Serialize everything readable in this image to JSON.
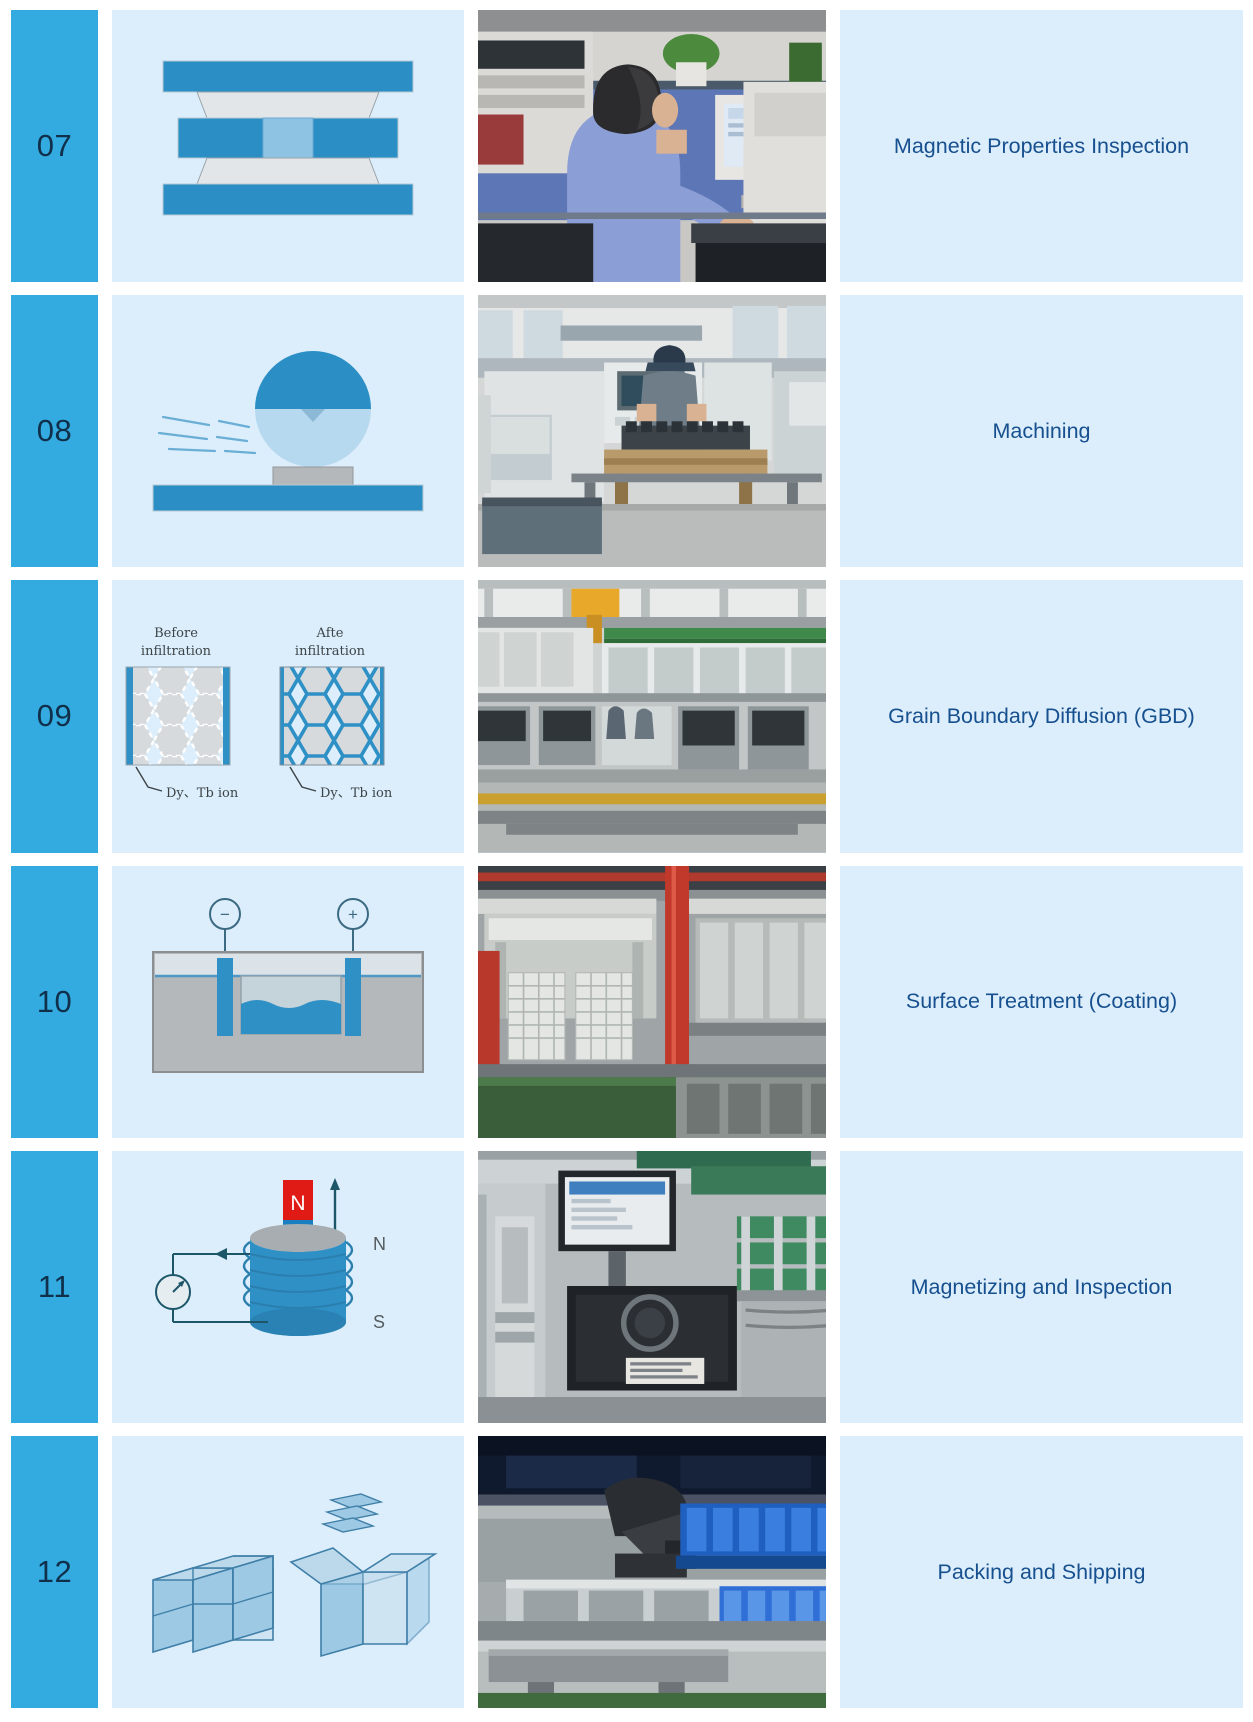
{
  "page": {
    "title": "NdFeB Magnet Manufacturing Process Steps 07-12",
    "accent_blue": "#34abe0",
    "panel_blue": "#dceefb",
    "label_text_color": "#17508f",
    "number_text_color": "#0f2f4a"
  },
  "steps": [
    {
      "number": "07",
      "label": "Magnetic Properties Inspection",
      "diagram_name": "pressing-dies-diagram",
      "photo_name": "operator-at-magnetic-measurement-workstation-photo",
      "diagram_texts": []
    },
    {
      "number": "08",
      "label": "Machining",
      "diagram_name": "grinding-wheel-diagram",
      "photo_name": "cnc-machining-shop-floor-photo",
      "diagram_texts": []
    },
    {
      "number": "09",
      "label": "Grain Boundary Diffusion (GBD)",
      "diagram_name": "grain-boundary-diffusion-diagram",
      "photo_name": "gbd-furnace-production-line-photo",
      "diagram_texts": [
        "Before infiltration",
        "Afte infiltration",
        "Dy、Tb ion",
        "Dy、Tb ion"
      ],
      "gbd": {
        "before_title_line1": "Before",
        "before_title_line2": "infiltration",
        "after_title_line1": "Afte",
        "after_title_line2": "infiltration",
        "callout_left": "Dy、Tb ion",
        "callout_right": "Dy、Tb ion"
      }
    },
    {
      "number": "10",
      "label": "Surface Treatment (Coating)",
      "diagram_name": "electroplating-bath-diagram",
      "photo_name": "coating-plating-line-photo",
      "diagram_texts": [
        "−",
        "+"
      ],
      "electro": {
        "cathode": "−",
        "anode": "+"
      }
    },
    {
      "number": "11",
      "label": "Magnetizing and Inspection",
      "diagram_name": "magnetizing-coil-diagram",
      "photo_name": "automated-magnetizing-inspection-station-photo",
      "diagram_texts": [
        "N",
        "S",
        "N",
        "S"
      ],
      "magnet": {
        "bar_north": "N",
        "bar_south": "S",
        "coil_north": "N",
        "coil_south": "S"
      }
    },
    {
      "number": "12",
      "label": "Packing and Shipping",
      "diagram_name": "packing-boxes-diagram",
      "photo_name": "automated-packing-line-photo",
      "diagram_texts": []
    }
  ]
}
